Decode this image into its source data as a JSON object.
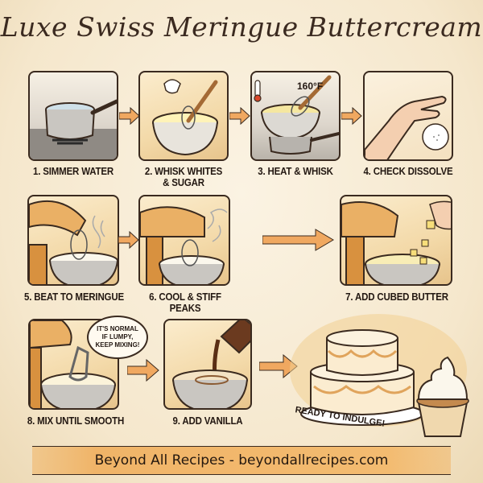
{
  "title": "Luxe Swiss Meringue Buttercream",
  "steps": [
    {
      "number": 1,
      "label": "1. SIMMER WATER",
      "illustration": "saucepan-on-stove-icon"
    },
    {
      "number": 2,
      "label_line1": "2. WHISK WHITES",
      "label_line2": "& SUGAR",
      "illustration": "bowl-whisk-eggs-icon"
    },
    {
      "number": 3,
      "label": "3. HEAT & WHISK",
      "illustration": "double-boiler-whisk-icon",
      "thermometer": "160°F"
    },
    {
      "number": 4,
      "label": "4. CHECK DISSOLVE",
      "illustration": "fingers-rub-icon"
    },
    {
      "number": 5,
      "label": "5. BEAT TO MERINGUE",
      "illustration": "stand-mixer-whisk-icon"
    },
    {
      "number": 6,
      "label": "6. COOL & STIFF PEAKS",
      "illustration": "stand-mixer-steam-icon"
    },
    {
      "number": 7,
      "label": "7. ADD CUBED BUTTER",
      "illustration": "stand-mixer-butter-icon"
    },
    {
      "number": 8,
      "label": "8. MIX UNTIL SMOOTH",
      "illustration": "stand-mixer-paddle-icon",
      "tip": [
        "IT'S NORMAL",
        "IF LUMPY,",
        "KEEP MIXING!"
      ]
    },
    {
      "number": 9,
      "label": "9. ADD VANILLA",
      "illustration": "vanilla-bottle-pour-icon"
    }
  ],
  "final": {
    "label": "READY TO INDULGE!",
    "illustration": "layer-cake-cupcake-icon"
  },
  "footer": {
    "text": "Beyond All Recipes - beyondallrecipes.com"
  },
  "colors": {
    "accent": "#f0b468",
    "ink": "#3a2a1f",
    "paper": "#f5e7cc",
    "arrow": "#f0a860"
  }
}
